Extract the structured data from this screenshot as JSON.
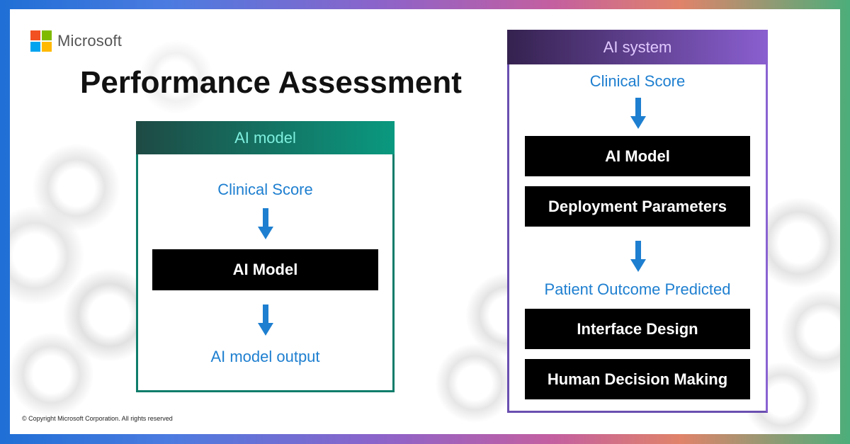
{
  "brand": {
    "name": "Microsoft",
    "logo_colors": [
      "#f25022",
      "#7fba00",
      "#00a4ef",
      "#ffb900"
    ]
  },
  "page_title": "Performance Assessment",
  "copyright": "© Copyright Microsoft Corporation. All rights reserved",
  "colors": {
    "flow_text": "#1e7fd0",
    "arrow": "#1e7fd0",
    "model_header_text": "#7ff0df",
    "system_header_text": "#e0c8ff"
  },
  "ai_model_panel": {
    "header": "AI model",
    "input": "Clinical Score",
    "box": "AI Model",
    "output": "AI model output"
  },
  "ai_system_panel": {
    "header": "AI system",
    "input": "Clinical Score",
    "boxes_top": [
      "AI Model",
      "Deployment Parameters"
    ],
    "middle": "Patient Outcome Predicted",
    "boxes_bottom": [
      "Interface Design",
      "Human Decision Making"
    ]
  }
}
